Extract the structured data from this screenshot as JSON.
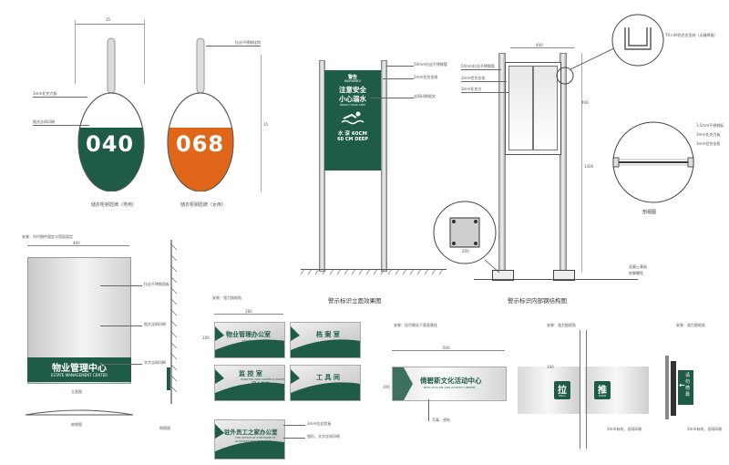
{
  "locker_tags": {
    "tag1_number": "040",
    "tag2_number": "068",
    "dim_top": "35",
    "dim_side": "35",
    "note_material": "3mm亚克力板",
    "note_print": "图文丝网印刷",
    "note_hook": "拉丝不锈钢挂钩",
    "caption1": "储衣柜钥匙牌（男用）",
    "caption2": "储衣柜钥匙牌（女用）"
  },
  "warning_sign": {
    "title_cn": "警告",
    "title_en": "WARNING!",
    "line1": "注意安全",
    "line2": "小心溺水",
    "line3_en": "WATCH YOUR STEP",
    "depth_cn": "水 深 60CM",
    "depth_en": "60 CM DEEP",
    "note_tube": "50mm拉丝不锈钢管",
    "note_frame": "3mm铝合金框",
    "note_art": "丝网印刷图文",
    "caption": "警示标识立面效果图"
  },
  "structure": {
    "dim_width": "400",
    "dim_height": "1400",
    "dim_sign": "400",
    "note_top": "50mm拉丝不锈钢管",
    "note_frame": "3mm铝合金框",
    "note_inner": "3mm亚克力",
    "note_detail": "70×40铝合金型材（无缝焊接）",
    "note_r1": "1.5mm不锈钢板",
    "note_r2": "3mm亚克力板",
    "note_r3": "3mm铝合金框",
    "note_base1": "混凝土基础",
    "note_base2": "地脚螺栓",
    "section_caption": "剖视图",
    "base_dim": "200",
    "caption": "警示标识内部钢结构图"
  },
  "estate_sign": {
    "header": "安装：内衬钢件固定与墙面固定",
    "dim_width": "400",
    "title_cn": "物业管理中心",
    "title_en": "ESTATE MANAGEMENT CENTER",
    "note1": "拉丝不锈钢面板",
    "note2": "图文丝网印刷",
    "note3": "文字丝网印刷",
    "caption_front": "立面图",
    "caption_top": "俯视图",
    "caption_side": "侧视图"
  },
  "door_signs": {
    "header": "安装：强力胶粘贴",
    "dim_width": "280",
    "dim_height": "100",
    "items": [
      {
        "cn": "物业管理办公室",
        "en": "ESTATE MANAGEMENT OFFICE"
      },
      {
        "cn": "档 案 室",
        "en": "ARCHIVES"
      },
      {
        "cn": "监 控 室",
        "en": "MONITOR AND CONTROL ROOM",
        "sub": "闲人免进",
        "sub_en": "NO ADMITTANCE"
      },
      {
        "cn": "工 具 间",
        "en": "TOOL ROOM"
      },
      {
        "cn": "驻外员工之家办公室",
        "en": "THE OFFICE OF THE HOME OF OUTSTATIONED EMPLOYEE"
      }
    ],
    "note1": "3mm拉丝铝板",
    "note2": "图形、文字丝网印刷"
  },
  "activity_sign": {
    "header": "安装：挂吊钢丝下垂直悬挂",
    "dim_width": "600",
    "dim_height": "300",
    "title_cn": "倩碧斯文化活动中心",
    "title_en": "NICE CULTURE AND ACTIVITY CENTER",
    "note": "写真、喷绘"
  },
  "push_pull": {
    "header": "安装：强力胶粘贴",
    "dim": "100",
    "pull_cn": "拉",
    "pull_en": "PULL",
    "push_cn": "推",
    "push_en": "PUSH",
    "note": "3mm有机、丝网印刷"
  },
  "exit_sign": {
    "header": "安装：强力胶粘贴",
    "text": "请勿倚靠",
    "note": "3mm有机、丝网印刷"
  }
}
